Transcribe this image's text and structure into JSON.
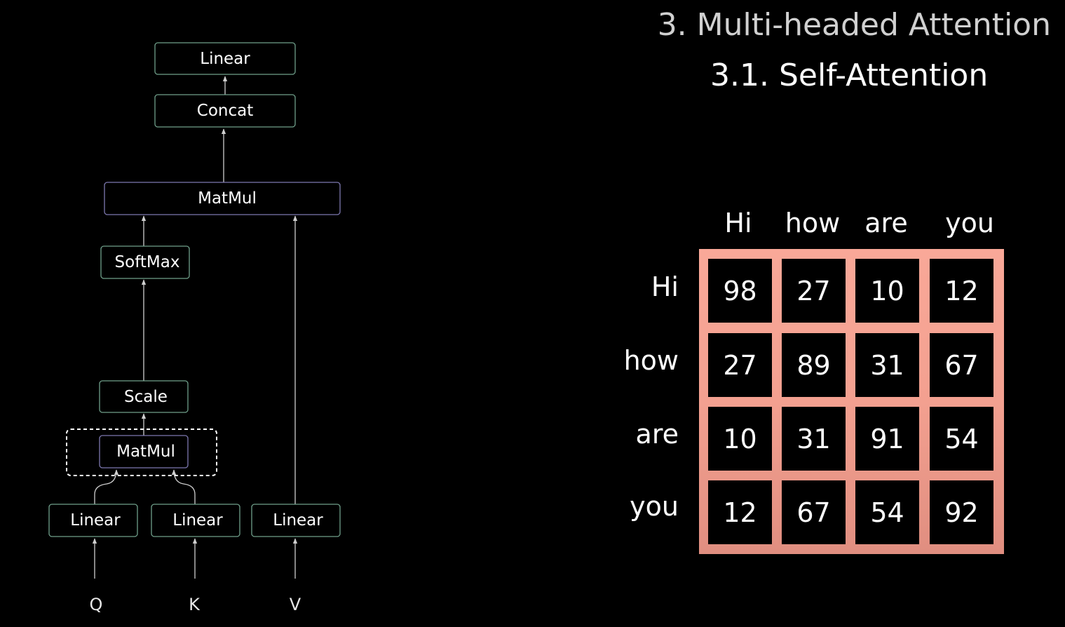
{
  "title": "3. Multi-headed Attention",
  "subtitle": "3.1. Self-Attention",
  "diagram": {
    "nodes": {
      "linear_top": "Linear",
      "concat": "Concat",
      "matmul_top": "MatMul",
      "softmax": "SoftMax",
      "scale": "Scale",
      "matmul_bottom": "MatMul",
      "linear_q": "Linear",
      "linear_k": "Linear",
      "linear_v": "Linear"
    },
    "inputs": {
      "q": "Q",
      "k": "K",
      "v": "V"
    }
  },
  "matrix": {
    "columns": [
      "Hi",
      "how",
      "are",
      "you"
    ],
    "rows": [
      "Hi",
      "how",
      "are",
      "you"
    ],
    "values": [
      [
        "98",
        "27",
        "10",
        "12"
      ],
      [
        "27",
        "89",
        "31",
        "67"
      ],
      [
        "10",
        "31",
        "91",
        "54"
      ],
      [
        "12",
        "67",
        "54",
        "92"
      ]
    ],
    "border_color": "#f4a393"
  }
}
